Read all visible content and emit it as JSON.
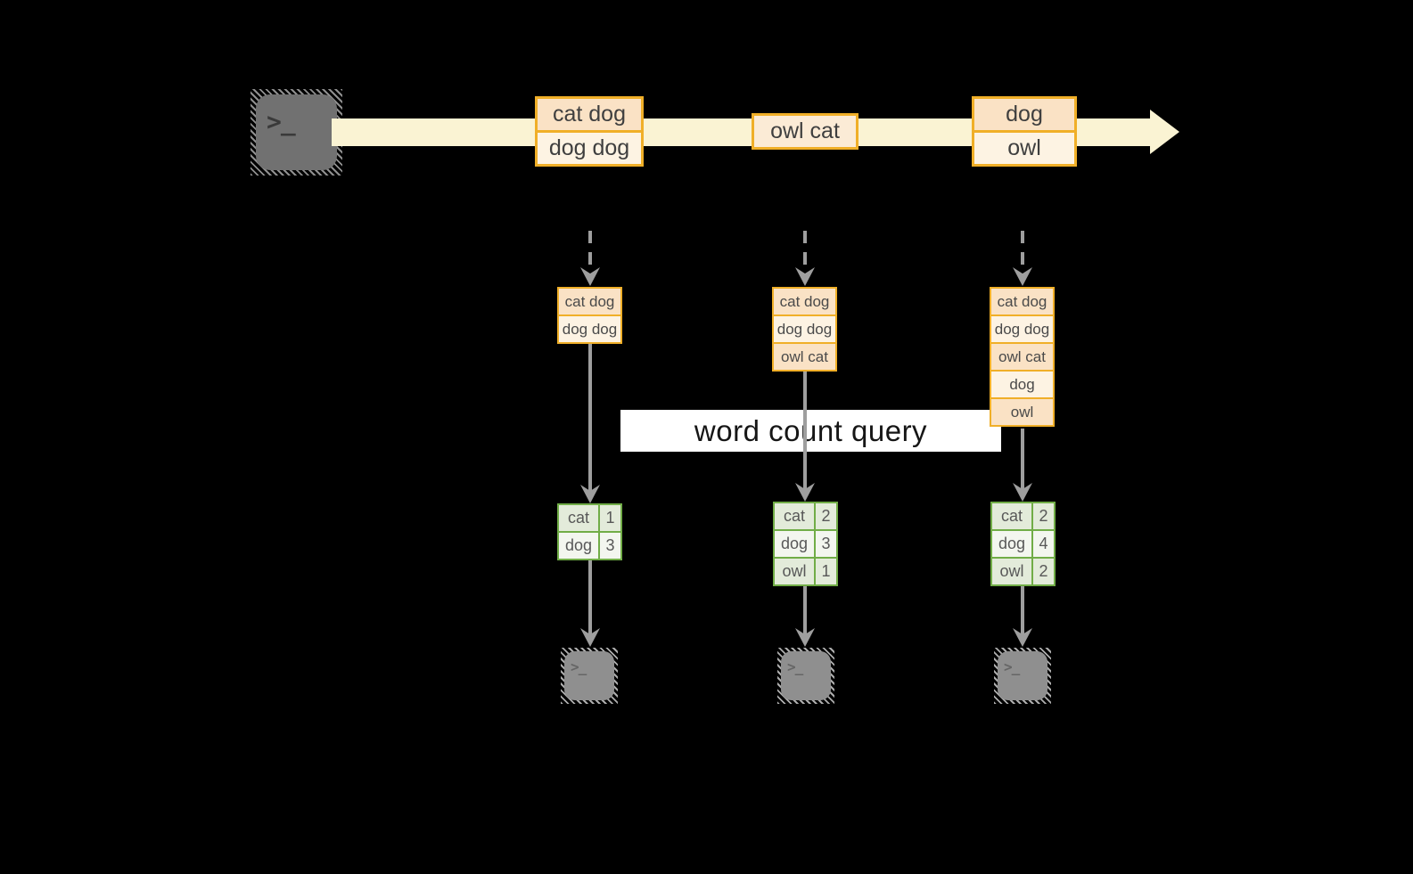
{
  "banner": {
    "label": "word count query"
  },
  "terminal": {
    "prompt": ">_"
  },
  "stream": {
    "records": [
      [
        "cat dog",
        "dog dog"
      ],
      [
        "owl cat"
      ],
      [
        "dog",
        "owl"
      ]
    ]
  },
  "pipelines": [
    {
      "buffer": [
        "cat dog",
        "dog dog"
      ],
      "counts": [
        [
          "cat",
          "1"
        ],
        [
          "dog",
          "3"
        ]
      ]
    },
    {
      "buffer": [
        "cat dog",
        "dog dog",
        "owl cat"
      ],
      "counts": [
        [
          "cat",
          "2"
        ],
        [
          "dog",
          "3"
        ],
        [
          "owl",
          "1"
        ]
      ]
    },
    {
      "buffer": [
        "cat dog",
        "dog dog",
        "owl cat",
        "dog",
        "owl"
      ],
      "counts": [
        [
          "cat",
          "2"
        ],
        [
          "dog",
          "4"
        ],
        [
          "owl",
          "2"
        ]
      ]
    }
  ],
  "colors": {
    "background": "#000000",
    "stream_band": "#faf3d3",
    "amber_border": "#f0af28",
    "peach_dark": "#fae2c5",
    "peach_light": "#fdf3e3",
    "green_border": "#71ad47",
    "green_row_dark": "#e3ebda",
    "green_row_light": "#f3f6ef",
    "arrow_gray": "#9e9e9e",
    "terminal_gray_dark": "#717171",
    "terminal_gray_light": "#8f8f8f"
  }
}
